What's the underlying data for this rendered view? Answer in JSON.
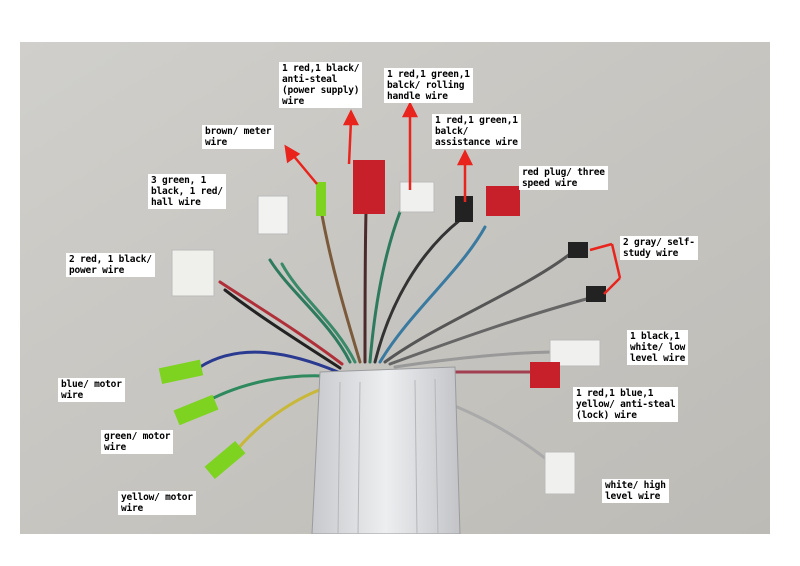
{
  "labels": {
    "power_supply": "1 red,1 black/\nanti-steal\n(power supply)\nwire",
    "rolling_handle": "1 red,1 green,1\nbalck/ rolling\nhandle wire",
    "assistance": "1 red,1 green,1\nbalck/\nassistance wire",
    "meter": "brown/ meter\nwire",
    "hall": "3 green, 1\nblack, 1 red/\nhall wire",
    "three_speed": "red plug/ three\nspeed wire",
    "power_wire": "2 red, 1 black/\npower wire",
    "self_study": "2 gray/ self-\nstudy wire",
    "low_level": "1 black,1\nwhite/ low\nlevel wire",
    "anti_steal_lock": "1 red,1 blue,1\nyellow/ anti-steal\n(lock) wire",
    "blue_motor": "blue/ motor\nwire",
    "green_motor": "green/ motor\nwire",
    "yellow_motor": "yellow/ motor\nwire",
    "high_level": "white/ high\nlevel wire"
  },
  "colors": {
    "background": "#c9c7c3",
    "arrow": "#e8241c",
    "connector_red": "#c8202a",
    "connector_green": "#7ed321",
    "controller_body": "#d9dadd"
  }
}
